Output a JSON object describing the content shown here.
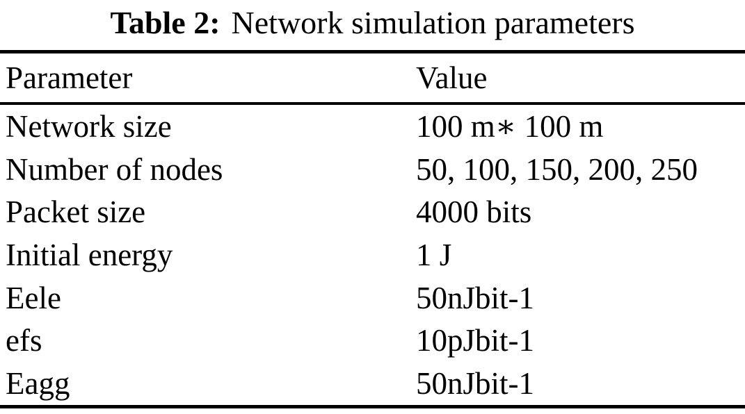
{
  "caption": {
    "label": "Table 2:",
    "text": "Network simulation parameters"
  },
  "table": {
    "columns": {
      "parameter": "Parameter",
      "value": "Value"
    },
    "rows": [
      {
        "parameter": "Network size",
        "value": "100 m∗ 100 m"
      },
      {
        "parameter": "Number of nodes",
        "value": "50, 100, 150, 200, 250"
      },
      {
        "parameter": "Packet size",
        "value": "4000 bits"
      },
      {
        "parameter": "Initial energy",
        "value": "1 J"
      },
      {
        "parameter": "Eele",
        "value": "50nJbit-1"
      },
      {
        "parameter": "efs",
        "value": "10pJbit-1"
      },
      {
        "parameter": "Eagg",
        "value": "50nJbit-1"
      }
    ]
  },
  "colors": {
    "text": "#000000",
    "rule": "#000000",
    "background": "#ffffff"
  }
}
